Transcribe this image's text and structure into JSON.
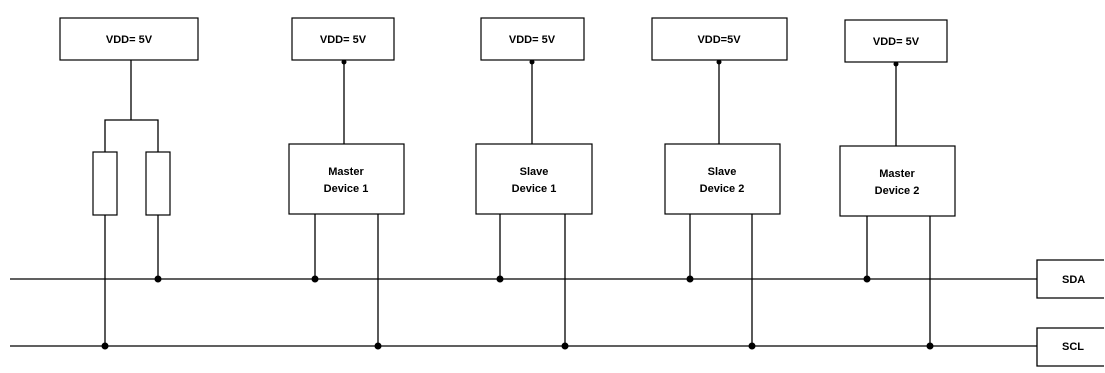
{
  "supplies": [
    "VDD= 5V",
    "VDD= 5V",
    "VDD= 5V",
    "VDD=5V",
    "VDD= 5V"
  ],
  "devices": [
    {
      "line1": "Master",
      "line2": "Device 1"
    },
    {
      "line1": "Slave",
      "line2": "Device 1"
    },
    {
      "line1": "Slave",
      "line2": "Device 2"
    },
    {
      "line1": "Master",
      "line2": "Device 2"
    }
  ],
  "buses": {
    "sda": "SDA",
    "scl": "SCL"
  },
  "colors": {
    "line": "#000000",
    "background": "#ffffff"
  }
}
